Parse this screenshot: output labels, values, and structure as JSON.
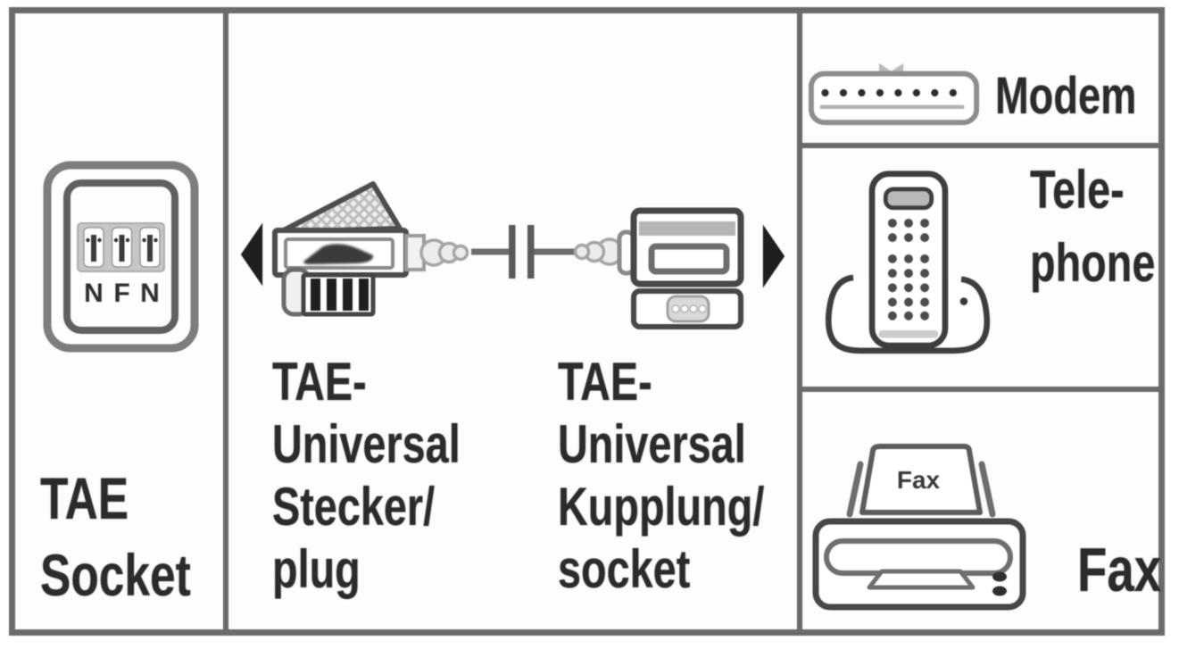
{
  "diagram": {
    "left": {
      "caption": [
        "TAE",
        "Socket"
      ],
      "pins": [
        "N",
        "F",
        "N"
      ],
      "icon": "tae-wall-socket-icon"
    },
    "middle": {
      "plug_caption": [
        "TAE-",
        "Universal",
        "Stecker/",
        "plug"
      ],
      "coupling_caption": [
        "TAE-",
        "Universal",
        "Kupplung/",
        "socket"
      ],
      "icons": [
        "arrow-left-icon",
        "tae-plug-icon",
        "cable-break-icon",
        "tae-coupling-icon",
        "arrow-right-icon"
      ]
    },
    "right": {
      "modem_label": "Modem",
      "telephone_label": [
        "Tele-",
        "phone"
      ],
      "fax_label": "Fax",
      "fax_paper_text": "Fax",
      "icons": [
        "modem-icon",
        "telephone-icon",
        "fax-icon"
      ]
    },
    "colors": {
      "border": "#6a6a6a",
      "text": "#2b2b2b",
      "background": "#fdfdfd"
    }
  }
}
